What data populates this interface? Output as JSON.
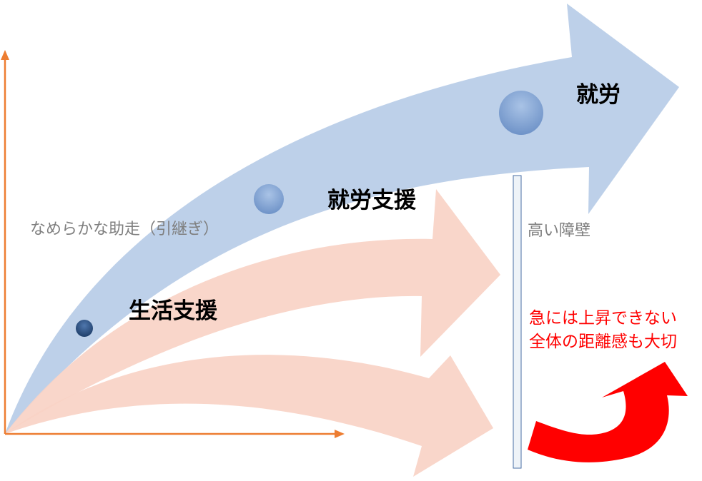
{
  "labels": {
    "smooth_runup": "なめらかな助走（引継ぎ）",
    "life_support": "生活支援",
    "employment_support": "就労支援",
    "employment": "就労",
    "high_wall": "高い障壁",
    "note_line1": "急には上昇できない",
    "note_line2": "全体の距離感も大切"
  },
  "colors": {
    "axis": "#ed7d31",
    "blue_arrow": "#bdd0e9",
    "pink_arrow": "#f8d3c5",
    "red_arrow": "#ff0000",
    "wall_fill": "#eef3f8",
    "wall_border": "#4a6fa5",
    "dot_dark": "#2a4f80",
    "dot_light": "#8fb0d9"
  }
}
